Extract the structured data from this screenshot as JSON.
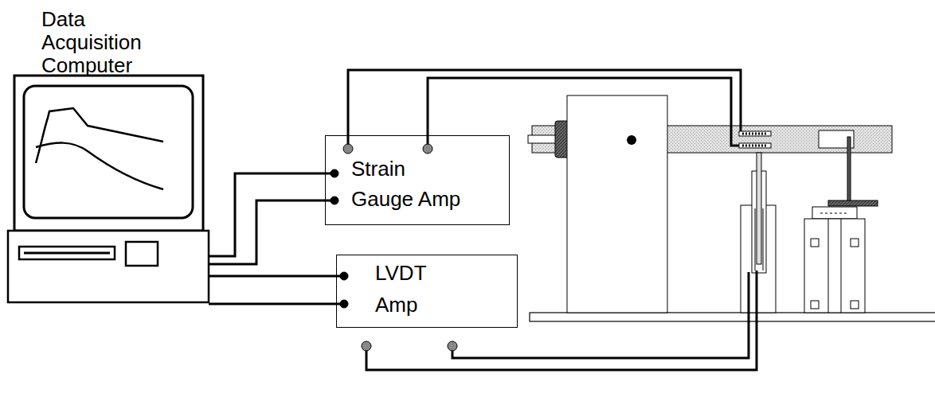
{
  "diagram": {
    "nodes": [
      {
        "text": [
          "Data Acquisition Computer"
        ]
      },
      {
        "text": [
          "Strain Gauge Amp"
        ]
      },
      {
        "text": [
          "LVDT Amp"
        ]
      }
    ],
    "edges": [
      {
        "from": 0,
        "to": 1,
        "arrow": "none"
      },
      {
        "from": 0,
        "to": 1,
        "arrow": "none"
      },
      {
        "from": 0,
        "to": 2,
        "arrow": "none"
      },
      {
        "from": 0,
        "to": 2,
        "arrow": "none"
      }
    ]
  }
}
